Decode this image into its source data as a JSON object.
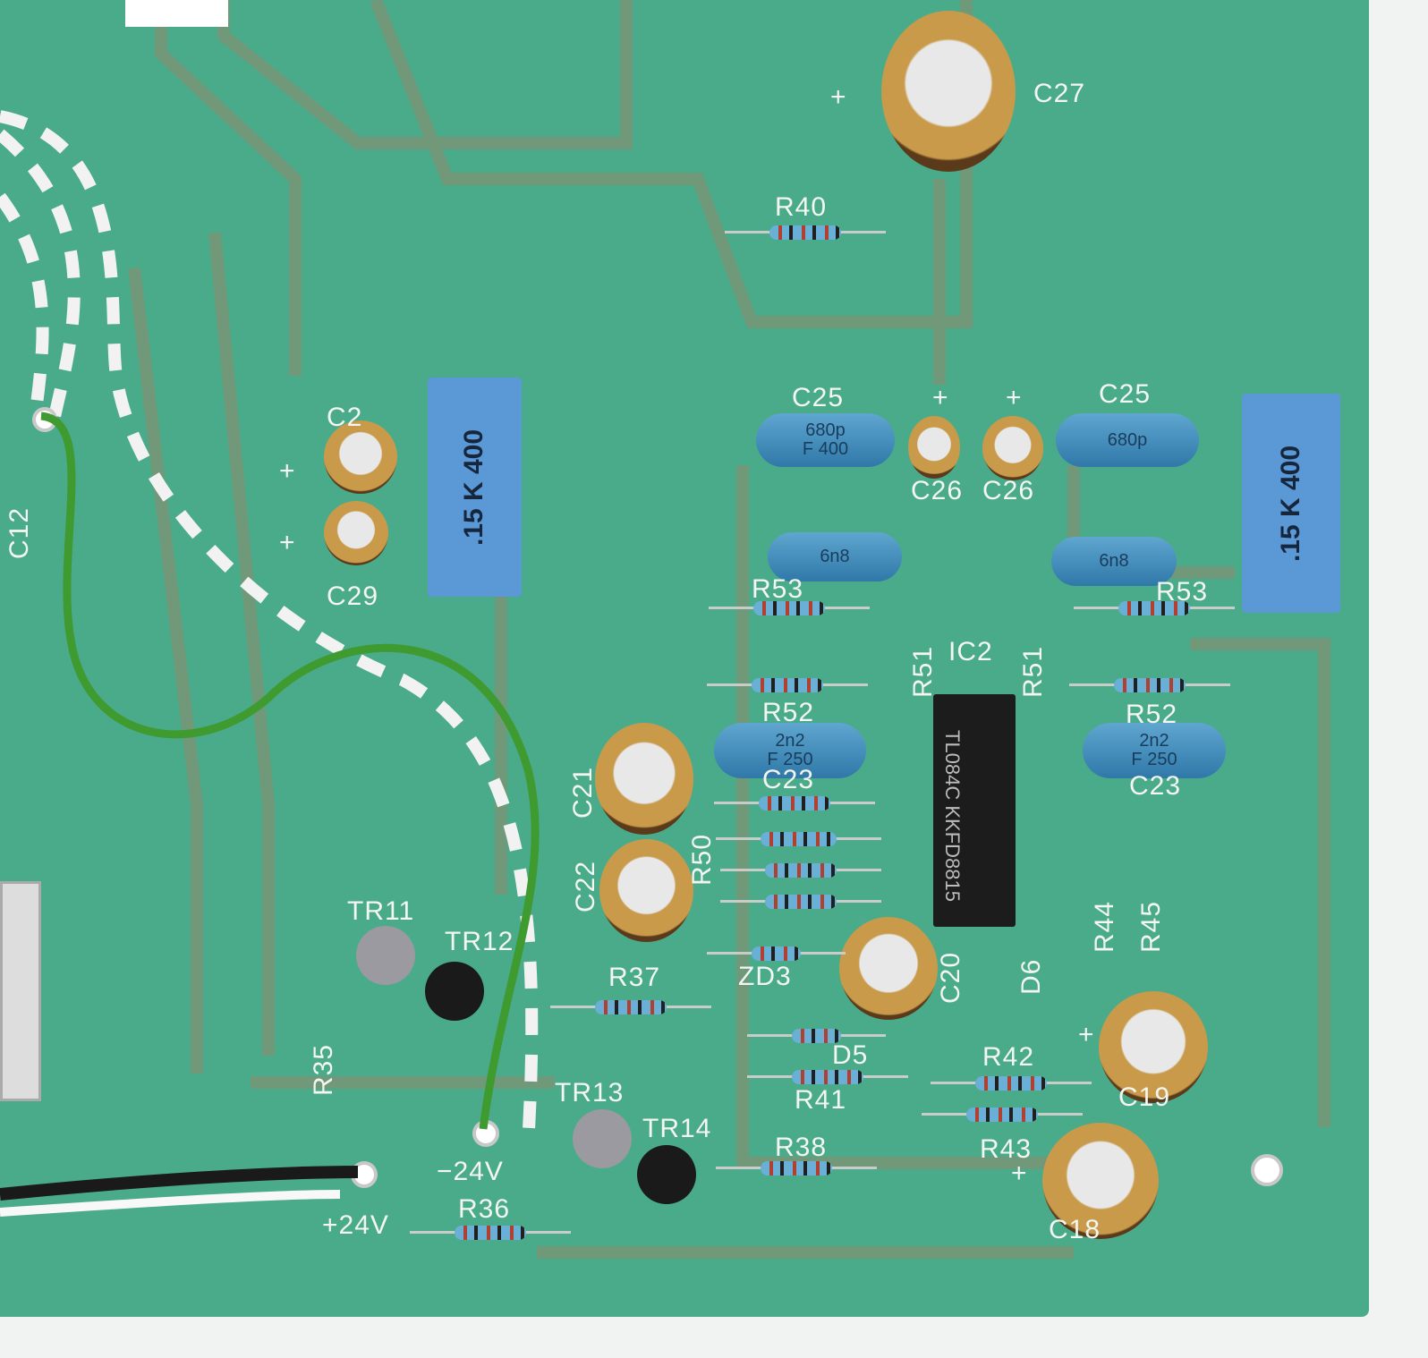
{
  "labels": {
    "c27": "C27",
    "r40": "R40",
    "c25a": "C25",
    "c25b": "C25",
    "c26a": "C26",
    "c26b": "C26",
    "c29": "C29",
    "c28": "C2",
    "c12": "C12",
    "r53a": "R53",
    "r53b": "R53",
    "r51a": "R51",
    "ic2": "IC2",
    "r51b": "R51",
    "r52a": "R52",
    "r52b": "R52",
    "c23a": "C23",
    "c23b": "C23",
    "c21": "C21",
    "c22": "C22",
    "r50": "R50",
    "zd3": "ZD3",
    "c20": "C20",
    "d6": "D6",
    "r44": "R44",
    "r45": "R45",
    "tr11": "TR11",
    "tr12": "TR12",
    "r37": "R37",
    "d5": "D5",
    "r42": "R42",
    "r41": "R41",
    "c19": "C19",
    "r43": "R43",
    "c18": "C18",
    "tr13": "TR13",
    "tr14": "TR14",
    "r38": "R38",
    "r35": "R35",
    "r36": "R36",
    "neg24": "−24V",
    "pos24": "+24V",
    "plus": "+"
  },
  "markings": {
    "cap_box": ".15 K 400",
    "c25_value": "680p",
    "c25_rating": "F 400",
    "c24_value": "6n8",
    "c23_value": "2n2",
    "c23_rating": "F 250",
    "ic": "TL084C KKFD8815"
  },
  "colors": {
    "board": "#4aab8a",
    "silkscreen": "#f4f6f2",
    "trace": "#8a8a6a"
  }
}
